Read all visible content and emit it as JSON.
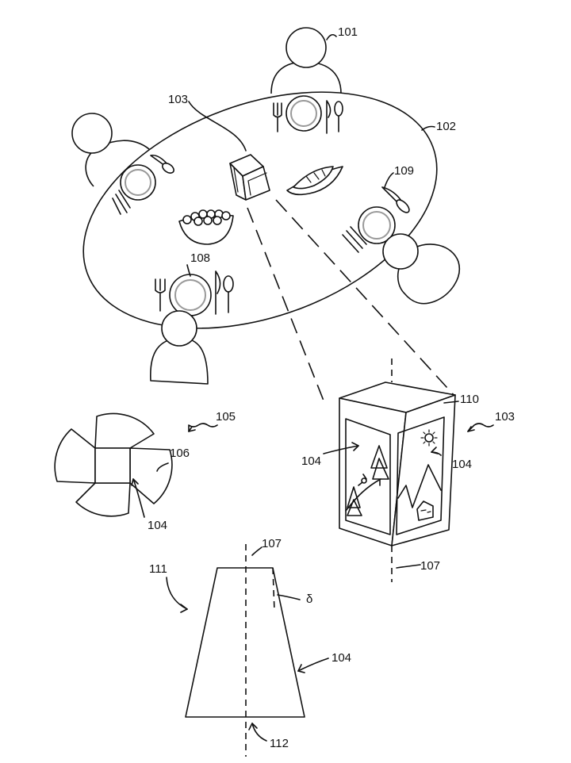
{
  "refs": {
    "person_top": "101",
    "table": "102",
    "device_on_table": "103",
    "person_right_plate": "109",
    "person_bottom_plate": "108",
    "pattern": "105",
    "pattern_center": "106",
    "pattern_blade": "104",
    "prism_top": "110",
    "prism": "103",
    "prism_left_face": "104",
    "prism_right_face": "104",
    "prism_axis": "107",
    "frustum_axis_top": "107",
    "frustum": "111",
    "frustum_angle": "δ",
    "frustum_side": "104",
    "frustum_axis_bottom": "112"
  }
}
